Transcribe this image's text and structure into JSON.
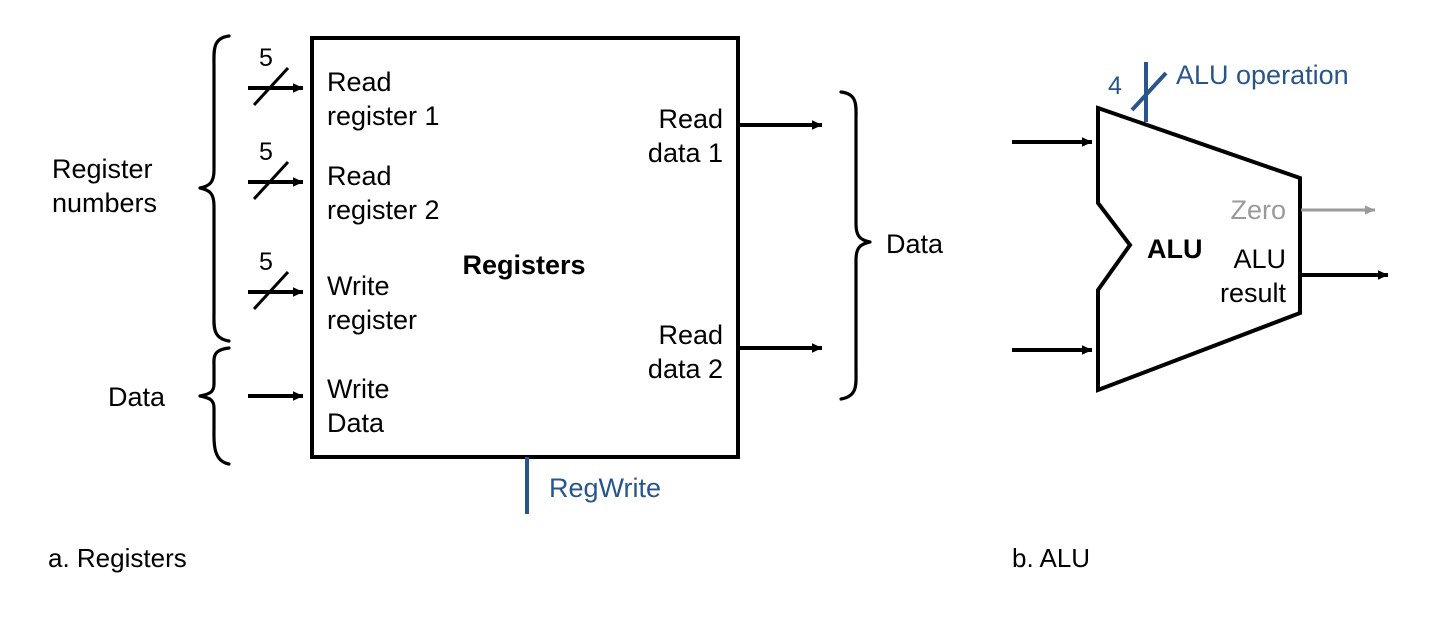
{
  "figure": {
    "background": "#ffffff",
    "ink_color": "#000000",
    "control_color": "#28568c",
    "muted_color": "#9a9a9a"
  },
  "panel_a": {
    "caption": "a. Registers",
    "block_title": "Registers",
    "left_brace_groups": [
      {
        "label": "Register numbers",
        "line1": "Register",
        "line2": "numbers"
      },
      {
        "label": "Data",
        "line1": "Data",
        "line2": ""
      }
    ],
    "inputs": [
      {
        "line1": "Read",
        "line2": "register 1",
        "bus_width": "5"
      },
      {
        "line1": "Read",
        "line2": "register 2",
        "bus_width": "5"
      },
      {
        "line1": "Write",
        "line2": "register",
        "bus_width": "5"
      },
      {
        "line1": "Write",
        "line2": "Data",
        "bus_width": ""
      }
    ],
    "outputs": [
      {
        "line1": "Read",
        "line2": "data 1"
      },
      {
        "line1": "Read",
        "line2": "data 2"
      }
    ],
    "right_brace_label": "Data",
    "control_signal": "RegWrite"
  },
  "panel_b": {
    "caption": "b. ALU",
    "block_title": "ALU",
    "control_bus_width": "4",
    "control_signal": "ALU operation",
    "outputs": [
      {
        "label": "Zero",
        "style": "muted"
      },
      {
        "line1": "ALU",
        "line2": "result",
        "style": "ink"
      }
    ]
  }
}
